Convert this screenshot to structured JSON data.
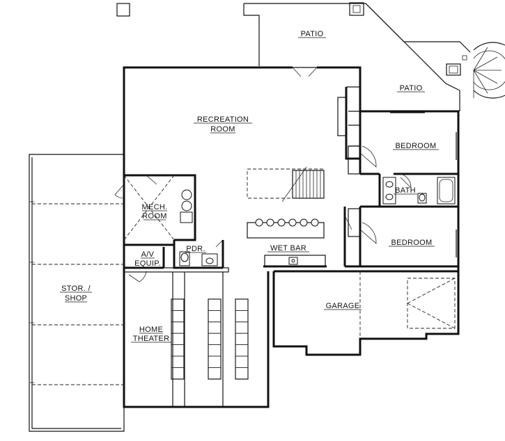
{
  "rooms": {
    "patio_top": "PATIO",
    "patio_right": "PATIO",
    "recreation_line1": "RECREATION",
    "recreation_line2": "ROOM",
    "bedroom_upper": "BEDROOM",
    "bath": "BATH",
    "bedroom_lower": "BEDROOM",
    "mech_line1": "MECH.",
    "mech_line2": "ROOM",
    "pdr": "PDR.",
    "av_line1": "A/V",
    "av_line2": "EQUIP.",
    "wet_bar": "WET BAR",
    "stor_line1": "STOR. /",
    "stor_line2": "SHOP",
    "home_line1": "HOME",
    "home_line2": "THEATER",
    "garage": "GARAGE"
  }
}
